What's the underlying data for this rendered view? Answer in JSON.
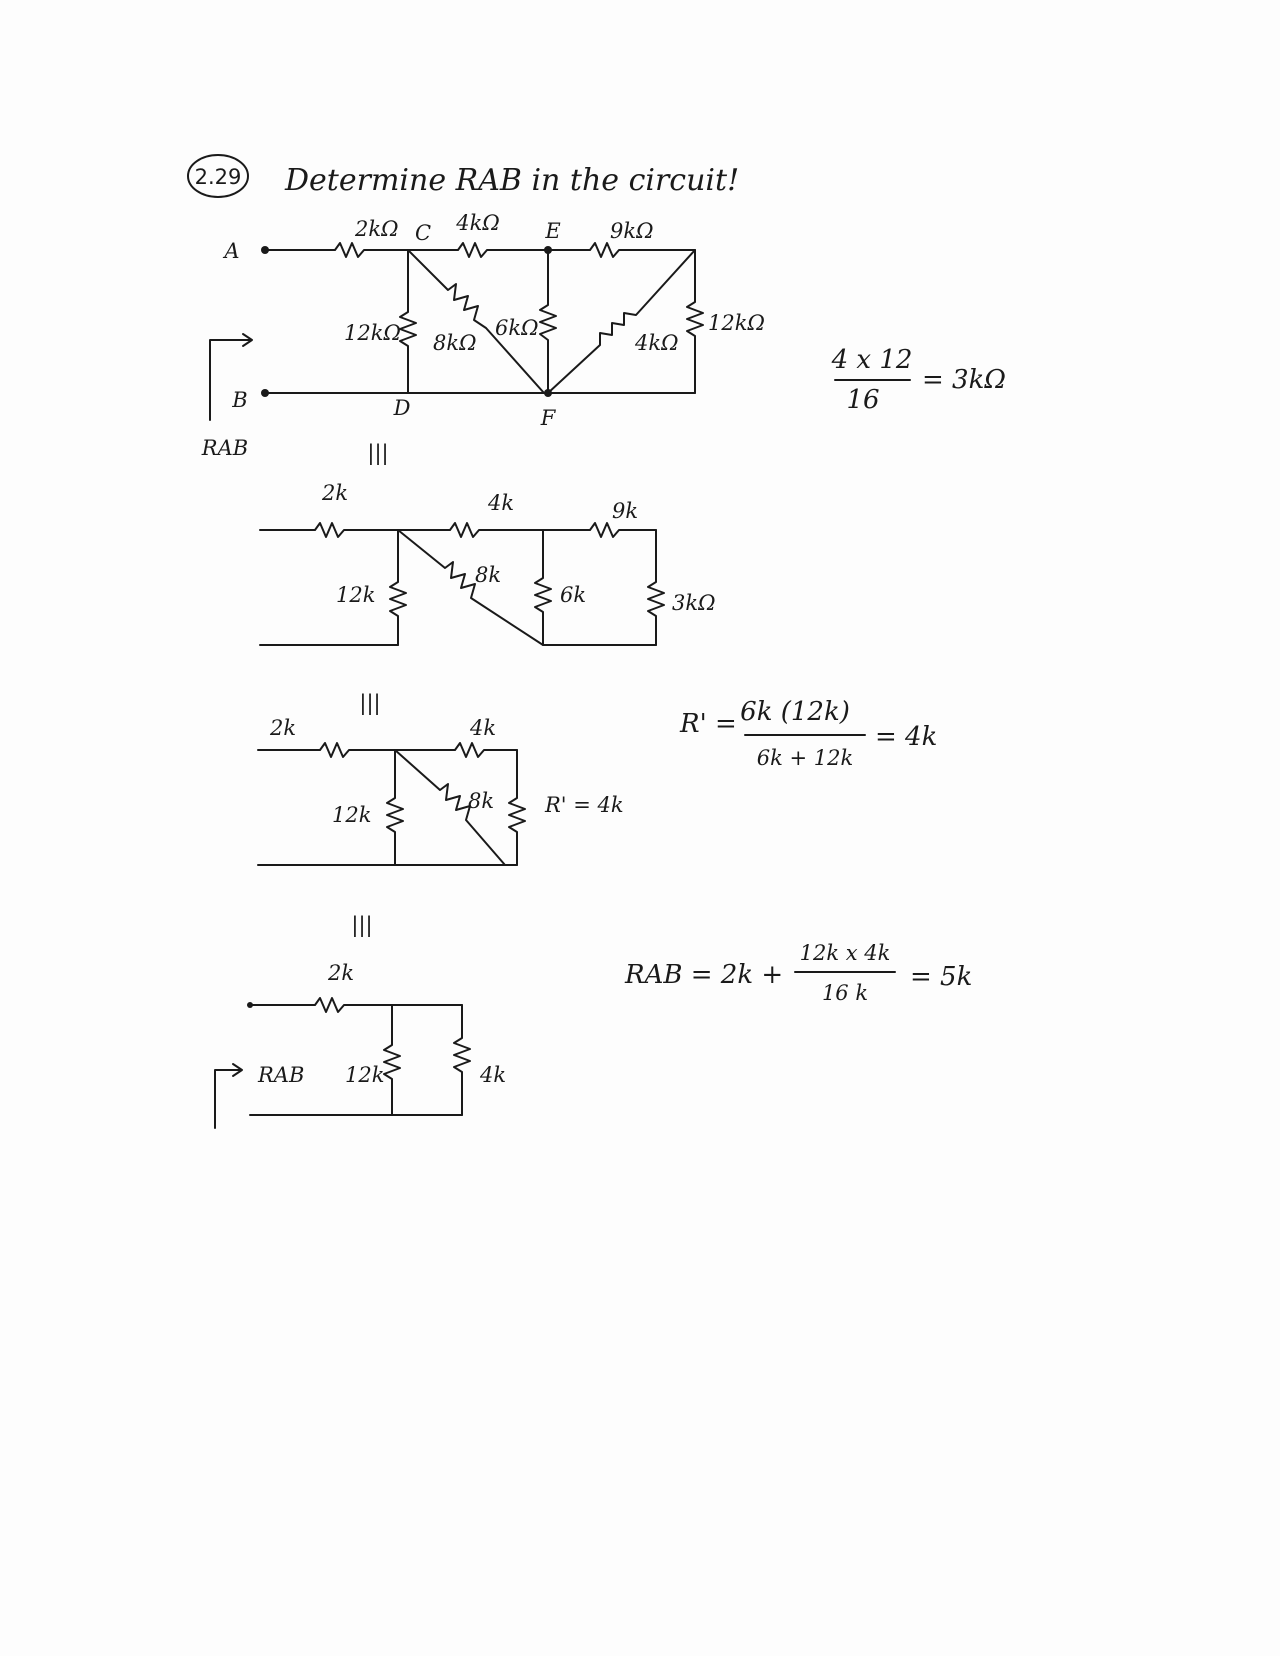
{
  "problem": {
    "number": "2.29",
    "prompt": "Determine RAB in the circuit!"
  },
  "circuit1": {
    "nodes": {
      "a": "A",
      "b": "B",
      "c": "C",
      "d": "D",
      "e": "E",
      "f": "F"
    },
    "r_ac": "2kΩ",
    "r_ce": "4kΩ",
    "r_e_right": "9kΩ",
    "r_cd": "12kΩ",
    "r_cf": "8kΩ",
    "r_ef": "6kΩ",
    "r_f_right": "4kΩ",
    "r_right": "12kΩ",
    "rab": "RAB"
  },
  "calc1": {
    "numerator": "4 x 12",
    "denominator": "16",
    "result": "= 3kΩ"
  },
  "equiv": "|||",
  "circuit2": {
    "r1": "2k",
    "r2": "4k",
    "r3": "9k",
    "r4": "12k",
    "r5": "8k",
    "r6": "6k",
    "r7": "3kΩ"
  },
  "circuit3": {
    "r1": "2k",
    "r2": "4k",
    "r3": "12k",
    "r4": "8k",
    "r5": "R' = 4k"
  },
  "calc2": {
    "lhs": "R' =",
    "numerator": "6k (12k)",
    "denominator": "6k + 12k",
    "result": "= 4k"
  },
  "circuit4": {
    "r1": "2k",
    "r2": "12k",
    "r3": "4k",
    "rab": "RAB"
  },
  "calc3": {
    "lhs": "RAB = 2k +",
    "numerator": "12k x 4k",
    "denominator": "16 k",
    "result": "= 5k"
  }
}
